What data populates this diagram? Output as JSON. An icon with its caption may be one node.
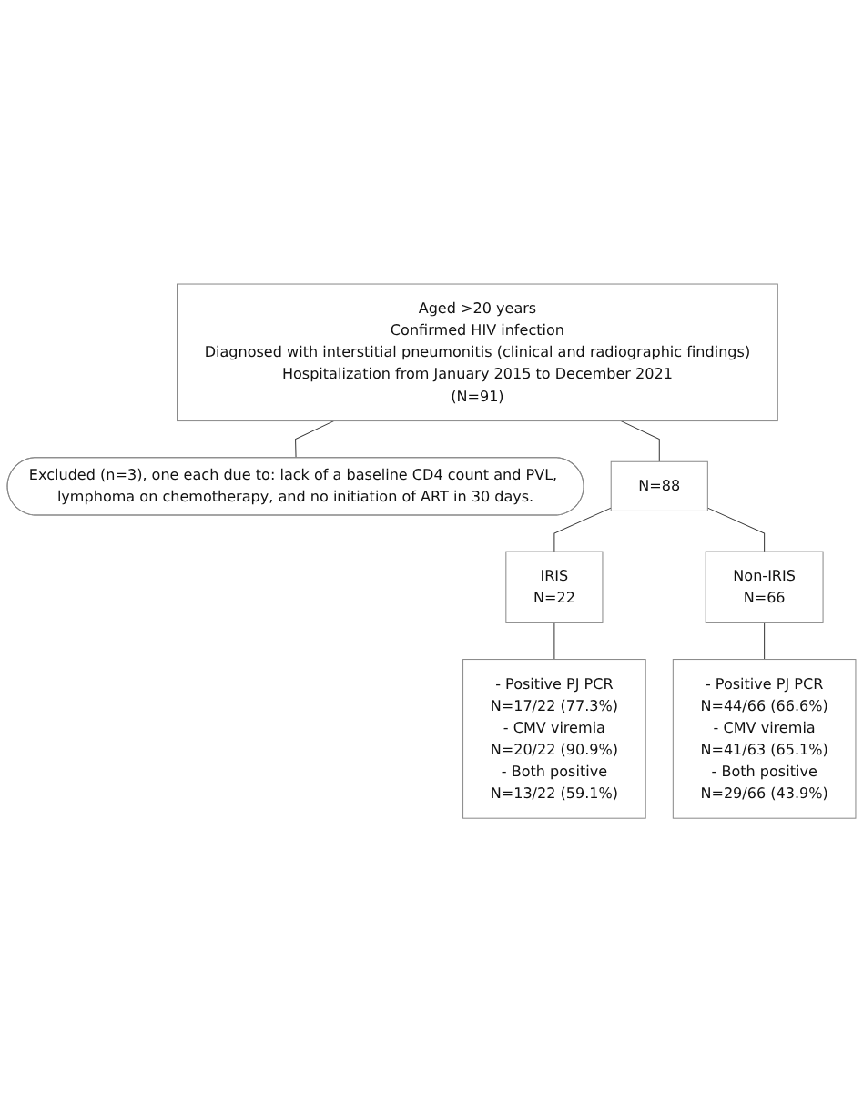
{
  "diagram": {
    "nodes": [
      {
        "text": [
          "Aged >20 years",
          "Confirmed HIV infection",
          "Diagnosed with interstitial pneumonitis (clinical and radiographic findings)",
          "Hospitalization from January 2015 to December 2021",
          "(N=91)"
        ]
      },
      {
        "text": [
          "Excluded (n=3), one each due to: lack of a baseline CD4 count and PVL, lymphoma on chemotherapy, and no initiation of ART in 30 days."
        ]
      },
      {
        "text": [
          "N=88"
        ]
      },
      {
        "text": [
          "IRIS",
          "N=22"
        ]
      },
      {
        "text": [
          "Non-IRIS",
          "N=66"
        ]
      },
      {
        "text": [
          "-   Positive PJ PCR",
          "N=17/22 (77.3%)",
          "-   CMV viremia",
          "N=20/22 (90.9%)",
          "-   Both positive",
          "N=13/22 (59.1%)"
        ]
      },
      {
        "text": [
          "- Positive PJ PCR",
          "N=44/66 (66.6%)",
          "- CMV viremia",
          "N=41/63 (65.1%)",
          "-   Both positive",
          "N=29/66 (43.9%)"
        ]
      }
    ],
    "edges": [
      {
        "from": 0,
        "to": 1,
        "arrow": "none"
      },
      {
        "from": 0,
        "to": 2,
        "arrow": "none"
      },
      {
        "from": 2,
        "to": 3,
        "arrow": "none"
      },
      {
        "from": 2,
        "to": 4,
        "arrow": "none"
      },
      {
        "from": 3,
        "to": 5,
        "arrow": "none"
      },
      {
        "from": 4,
        "to": 6,
        "arrow": "none"
      }
    ]
  }
}
